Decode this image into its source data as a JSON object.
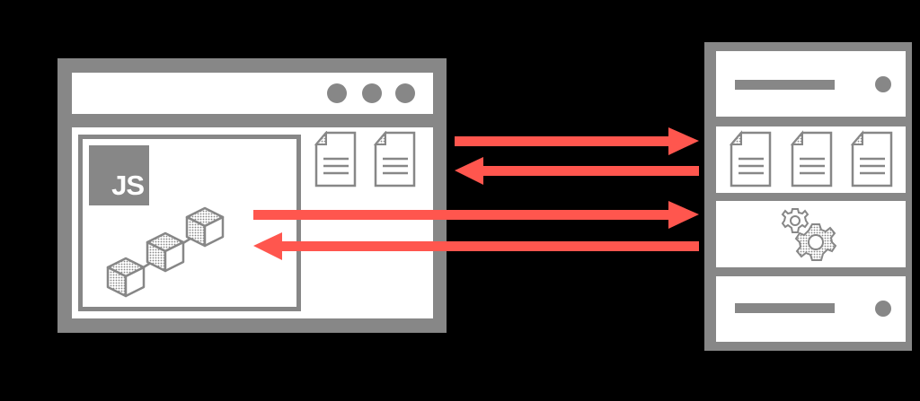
{
  "diagram": {
    "type": "client-server-request-flow",
    "colors": {
      "background": "#000000",
      "frame": "#878787",
      "panel": "#ffffff",
      "arrow": "#ff564e"
    },
    "client": {
      "label": "Browser window",
      "window_controls": [
        "dot",
        "dot",
        "dot"
      ],
      "js_badge": "JS",
      "modules": [
        "cube",
        "cube",
        "cube"
      ],
      "documents": [
        "document",
        "document"
      ]
    },
    "server": {
      "label": "Server rack",
      "sections": [
        {
          "kind": "drive",
          "content": "slot-and-led"
        },
        {
          "kind": "files",
          "documents": [
            "document",
            "document",
            "document"
          ]
        },
        {
          "kind": "processing",
          "content": "gears"
        },
        {
          "kind": "drive",
          "content": "slot-and-led"
        }
      ]
    },
    "arrows": [
      {
        "from": "browser-documents",
        "to": "server-files",
        "direction": "right"
      },
      {
        "from": "server-files",
        "to": "browser-documents",
        "direction": "left"
      },
      {
        "from": "js-app",
        "to": "server-processing",
        "direction": "right"
      },
      {
        "from": "server-processing",
        "to": "js-app",
        "direction": "left"
      }
    ]
  }
}
